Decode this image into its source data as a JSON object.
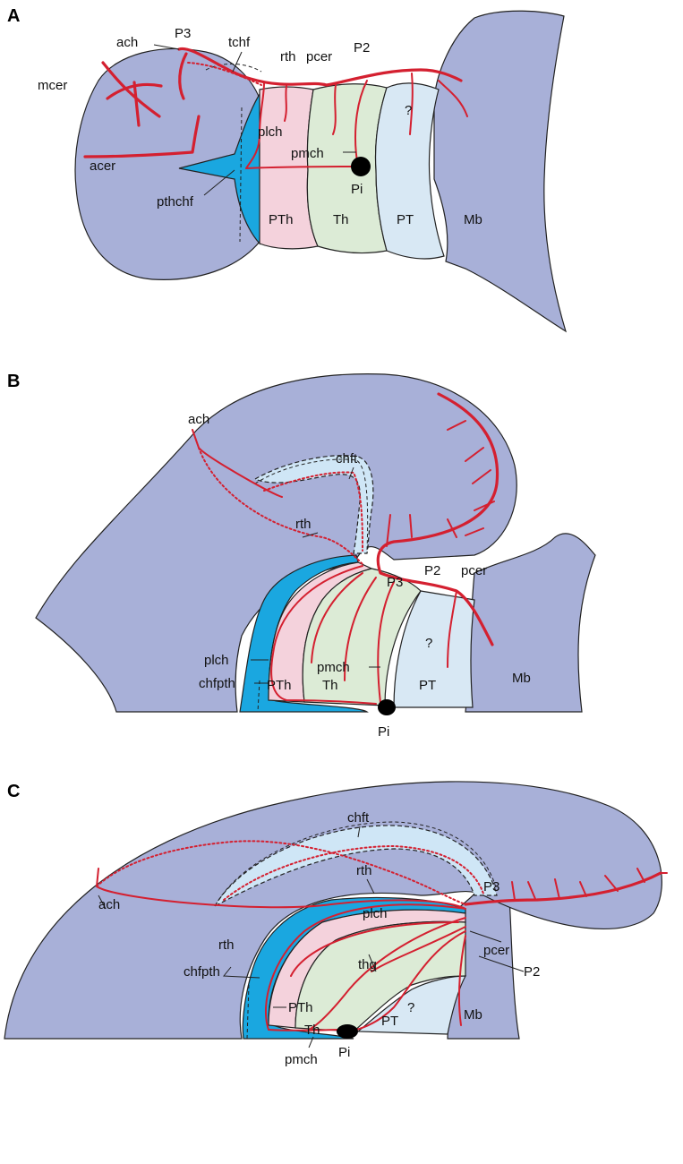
{
  "panels": [
    {
      "letter": "A",
      "labels": {
        "ach": "ach",
        "P3": "P3",
        "tchf": "tchf",
        "rth": "rth",
        "pcer": "pcer",
        "P2": "P2",
        "mcer": "mcer",
        "q": "?",
        "plch": "plch",
        "pmch": "pmch",
        "acer": "acer",
        "Pi": "Pi",
        "pthchf": "pthchf",
        "PTh": "PTh",
        "Th": "Th",
        "PT": "PT",
        "Mb": "Mb"
      }
    },
    {
      "letter": "B",
      "labels": {
        "ach": "ach",
        "chft": "chft",
        "rth": "rth",
        "P3": "P3",
        "P2": "P2",
        "pcer": "pcer",
        "q": "?",
        "plch": "plch",
        "pmch": "pmch",
        "chfpth": "chfpth",
        "PTh": "PTh",
        "Th": "Th",
        "PT": "PT",
        "Mb": "Mb",
        "Pi": "Pi"
      }
    },
    {
      "letter": "C",
      "labels": {
        "chft": "chft",
        "ach": "ach",
        "rth_top": "rth",
        "P3": "P3",
        "plch": "plch",
        "rth_left": "rth",
        "pcer": "pcer",
        "thg": "thg",
        "chfpth": "chfpth",
        "P2": "P2",
        "PTh": "PTh",
        "q": "?",
        "Th": "Th",
        "PT": "PT",
        "Mb": "Mb",
        "pmch": "pmch",
        "Pi": "Pi"
      }
    }
  ],
  "colors": {
    "brain": "#a8b0d8",
    "choroid_plexus": "#1aa7e0",
    "prethalamus": "#f4d2dc",
    "thalamus": "#dcebd6",
    "pretectum": "#d8e8f4",
    "vessel": "#d42030"
  }
}
